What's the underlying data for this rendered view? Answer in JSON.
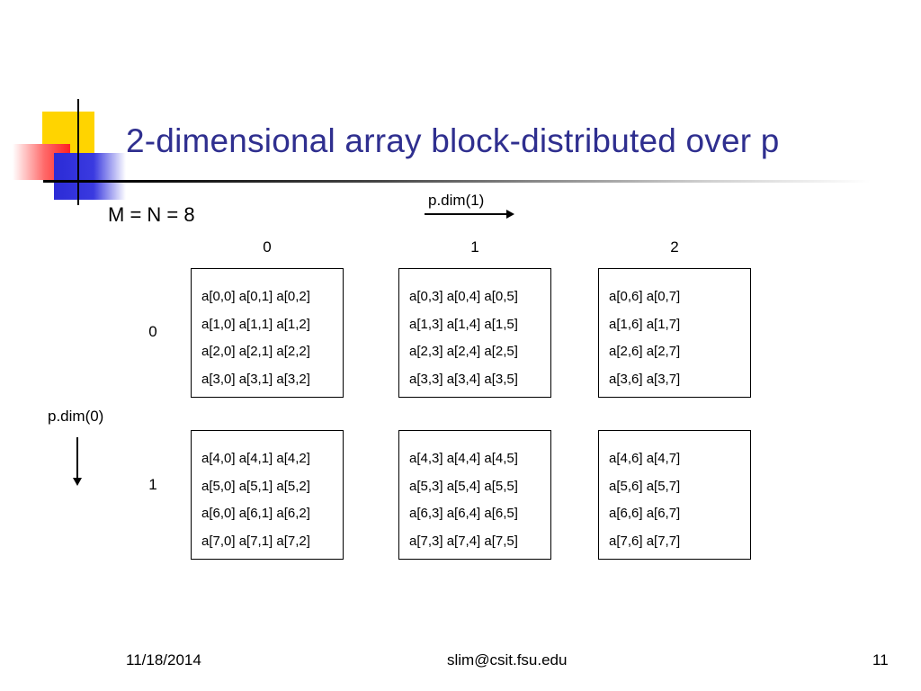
{
  "title": "2-dimensional array block-distributed over p",
  "size_label": "M = N = 8",
  "p_dim1_label": "p.dim(1)",
  "p_dim0_label": "p.dim(0)",
  "column_headers": [
    "0",
    "1",
    "2"
  ],
  "row_headers": [
    "0",
    "1"
  ],
  "blocks": [
    [
      [
        "a[0,0] a[0,1] a[0,2]",
        "a[1,0] a[1,1] a[1,2]",
        "a[2,0] a[2,1] a[2,2]",
        "a[3,0] a[3,1] a[3,2]"
      ],
      [
        "a[0,3] a[0,4] a[0,5]",
        "a[1,3] a[1,4] a[1,5]",
        "a[2,3] a[2,4] a[2,5]",
        "a[3,3] a[3,4] a[3,5]"
      ],
      [
        "a[0,6] a[0,7]",
        "a[1,6] a[1,7]",
        "a[2,6] a[2,7]",
        "a[3,6] a[3,7]"
      ]
    ],
    [
      [
        "a[4,0] a[4,1] a[4,2]",
        "a[5,0] a[5,1] a[5,2]",
        "a[6,0] a[6,1] a[6,2]",
        "a[7,0] a[7,1] a[7,2]"
      ],
      [
        "a[4,3] a[4,4] a[4,5]",
        "a[5,3] a[5,4] a[5,5]",
        "a[6,3] a[6,4] a[6,5]",
        "a[7,3] a[7,4] a[7,5]"
      ],
      [
        "a[4,6] a[4,7]",
        "a[5,6] a[5,7]",
        "a[6,6] a[6,7]",
        "a[7,6] a[7,7]"
      ]
    ]
  ],
  "footer": {
    "date": "11/18/2014",
    "email": "slim@csit.fsu.edu",
    "page": "11"
  }
}
